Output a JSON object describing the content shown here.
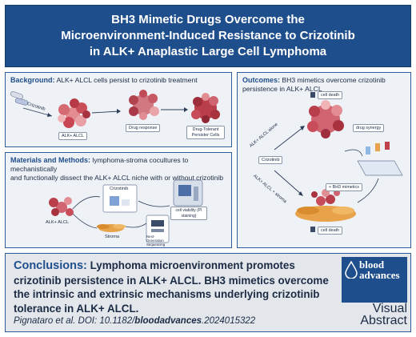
{
  "title": {
    "line1": "BH3 Mimetic Drugs Overcome the",
    "line2": "Microenvironment-Induced Resistance to Crizotinib",
    "line3": "in ALK+ Anaplastic Large Cell Lymphoma"
  },
  "background": {
    "heading": "Background:",
    "text": "ALK+ ALCL cells persist to crizotinib treatment",
    "crizotinib": "Crizotinib",
    "cells_label": "ALK+ ALCL",
    "response_label": "Drug response",
    "persister_label": "Drug-Tolerant Persister Cells"
  },
  "methods": {
    "heading": "Materials and Methods:",
    "text_line1": "lymphoma-stroma cocultures to mechanistically",
    "text_line2": "and functionally dissect the ALK+ ALCL niche with or without crizotinib",
    "cells_label": "ALK+ ALCL",
    "crizotinib": "Crizotinib",
    "stroma_label": "Stroma",
    "viability_label": "cell viability (PI staining)",
    "ngs_label": "Next-Generation Sequencing"
  },
  "outcomes": {
    "heading": "Outcomes:",
    "text": "BH3 mimetics overcome crizotinib persistence in ALK+ ALCL",
    "cell_death_up": "cell death",
    "alone_label": "ALK+ ALCL alone",
    "drug_synergy": "drug synergy",
    "crizotinib": "Crizotinib",
    "stroma_label": "ALK+ ALCL + stroma",
    "bh3_label": "+ BH3 mimetics",
    "cell_death_down": "cell death"
  },
  "conclusions": {
    "heading": "Conclusions:",
    "text": "Lymphoma microenvironment promotes crizotinib persistence in ALK+ ALCL. BH3 mimetics overcome the intrinsic and extrinsic mechanisms underlying crizotinib tolerance in ALK+ ALCL."
  },
  "citation": {
    "prefix": "Pignataro et al. DOI: 10.1182/",
    "journal": "bloodadvances",
    "suffix": ".2024015322"
  },
  "brand": {
    "name_line1": "blood",
    "name_line2": "advances",
    "visual": "Visual",
    "abstract": "Abstract"
  },
  "colors": {
    "title_bg": "#1f4e8c",
    "panel_bg": "#eef1f5",
    "conclusion_bg": "#e3e7ec",
    "cell_red": "#c0424c",
    "stroma_orange": "#e7a24a"
  }
}
